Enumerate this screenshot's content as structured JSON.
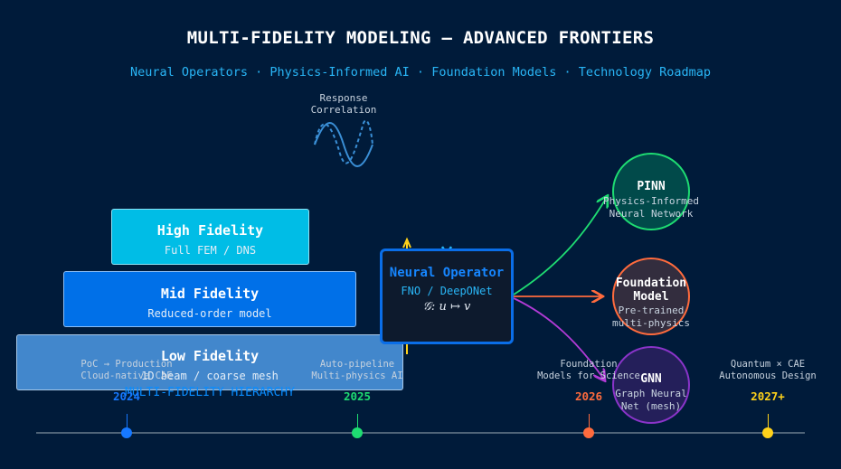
{
  "header": {
    "title": "MULTI-FIDELITY MODELING — ADVANCED FRONTIERS",
    "subtitle": "Neural Operators · Physics-Informed AI · Foundation Models · Technology Roadmap"
  },
  "response_correlation": {
    "line1": "Response",
    "line2": "Correlation"
  },
  "hierarchy": {
    "high": {
      "name": "High Fidelity",
      "desc": "Full FEM / DNS"
    },
    "mid": {
      "name": "Mid Fidelity",
      "desc": "Reduced-order model"
    },
    "low": {
      "name": "Low Fidelity",
      "desc": "1D beam / coarse mesh"
    },
    "label": "MULTI-FIDELITY HIERARCHY"
  },
  "neural_operator": {
    "title": "Neural Operator",
    "subtitle": "FNO / DeepONet",
    "formula": "𝒢: u ↦ v"
  },
  "models": {
    "pinn": {
      "title": "PINN",
      "desc1": "Physics-Informed",
      "desc2": "Neural Network"
    },
    "foundation": {
      "title1": "Foundation",
      "title2": "Model",
      "desc1": "Pre-trained",
      "desc2": "multi-physics"
    },
    "gnn": {
      "title": "GNN",
      "desc1": "Graph Neural",
      "desc2": "Net (mesh)"
    }
  },
  "roadmap": [
    {
      "line1": "PoC → Production",
      "line2": "Cloud-native CAE",
      "year": "2024",
      "color": "#1678ff"
    },
    {
      "line1": "Auto-pipeline",
      "line2": "Multi-physics AI",
      "year": "2025",
      "color": "#1edc72"
    },
    {
      "line1": "Foundation",
      "line2": "Models for Science",
      "year": "2026",
      "color": "#ff6b3d"
    },
    {
      "line1": "Quantum × CAE",
      "line2": "Autonomous Design",
      "year": "2027+",
      "color": "#ffd21a"
    }
  ]
}
